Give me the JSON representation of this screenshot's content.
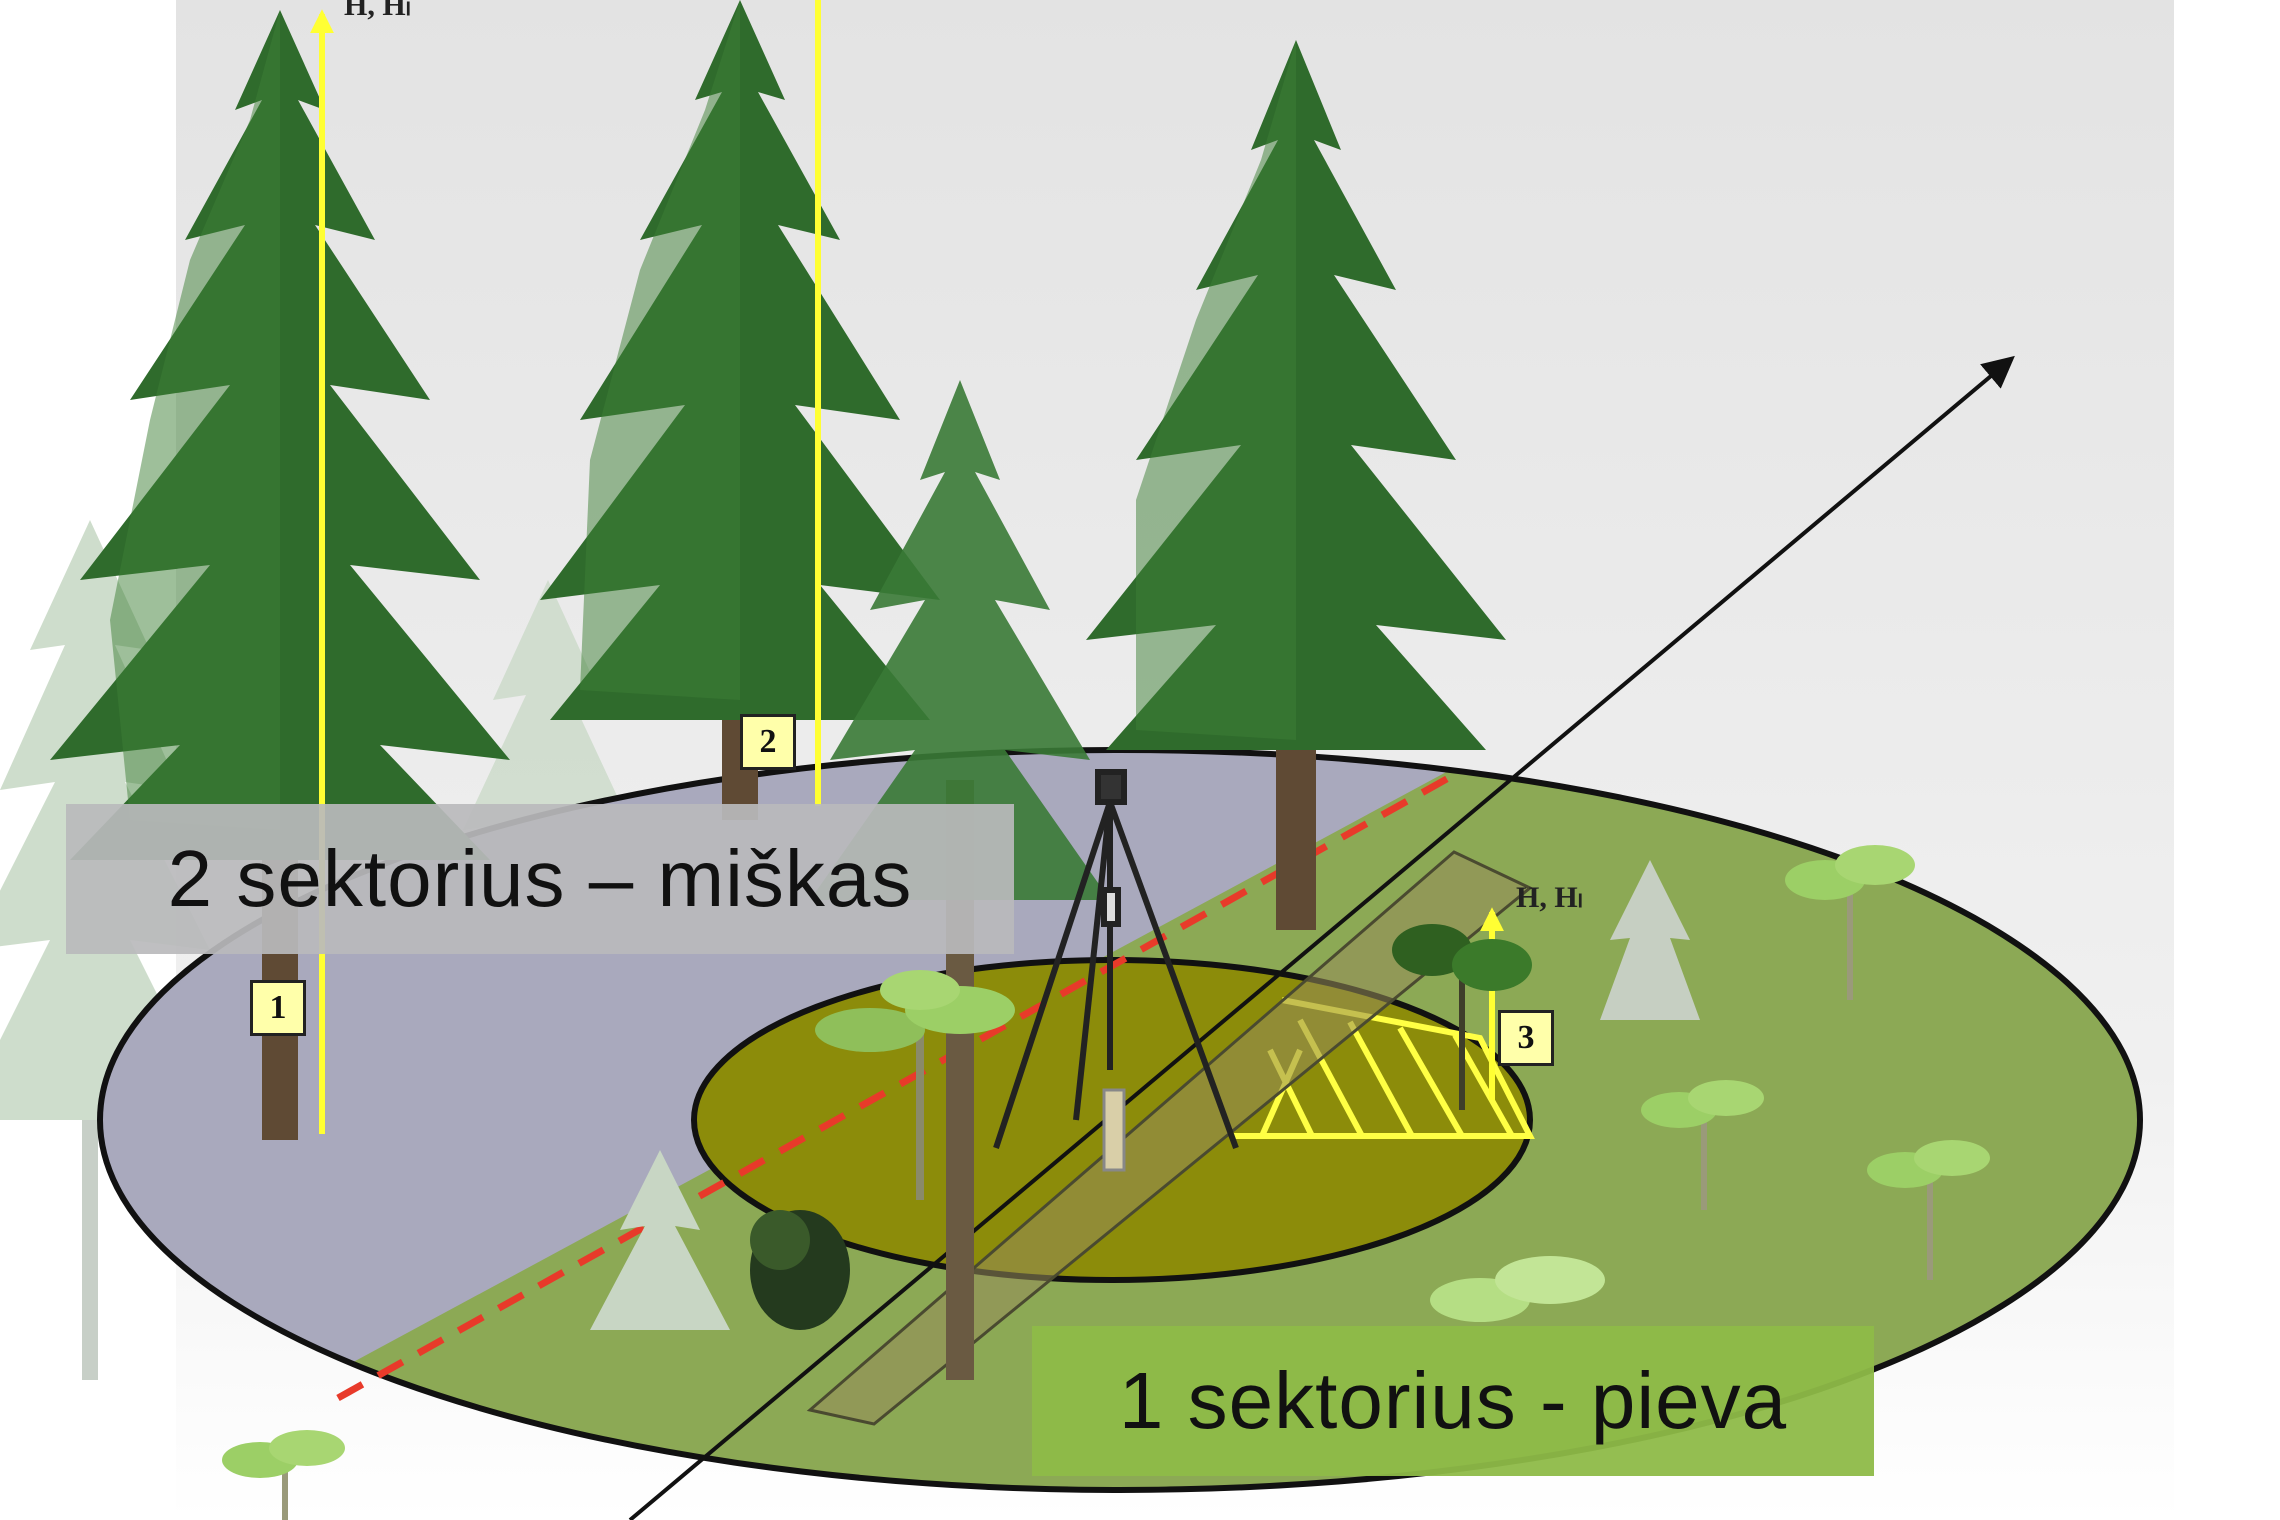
{
  "labels": {
    "sector2": "2 sektorius – miškas",
    "sector1": "1 sektorius - pieva"
  },
  "markers": [
    "1",
    "2",
    "3"
  ],
  "height_labels": {
    "top": "H, Hₗ",
    "right": "H, Hₗ"
  },
  "colors": {
    "forest_sector": "#a9a9bd",
    "meadow_sector": "#8ca955",
    "inner_circle": "#8c8c0a",
    "boundary_dashes": "#e83a2a",
    "height_lines": "#ffff33",
    "sky": "#e6e6e6"
  }
}
